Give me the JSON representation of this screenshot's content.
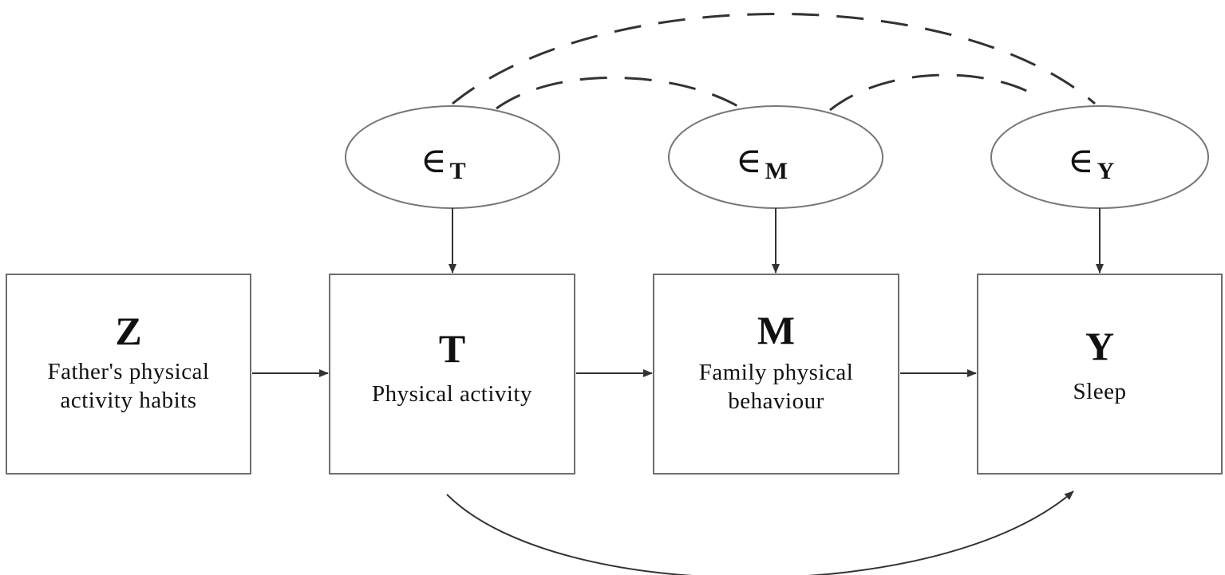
{
  "nodes": {
    "z": {
      "letter": "Z",
      "desc": "Father's physical activity habits"
    },
    "t": {
      "letter": "T",
      "desc": "Physical activity"
    },
    "m": {
      "letter": "M",
      "desc": "Family physical behaviour"
    },
    "y": {
      "letter": "Y",
      "desc": "Sleep"
    }
  },
  "errors": {
    "t": {
      "symbol": "∈",
      "sub": "T"
    },
    "m": {
      "symbol": "∈",
      "sub": "M"
    },
    "y": {
      "symbol": "∈",
      "sub": "Y"
    }
  },
  "colors": {
    "line": "#333333",
    "border": "#6e6e6e",
    "text": "#111111"
  }
}
